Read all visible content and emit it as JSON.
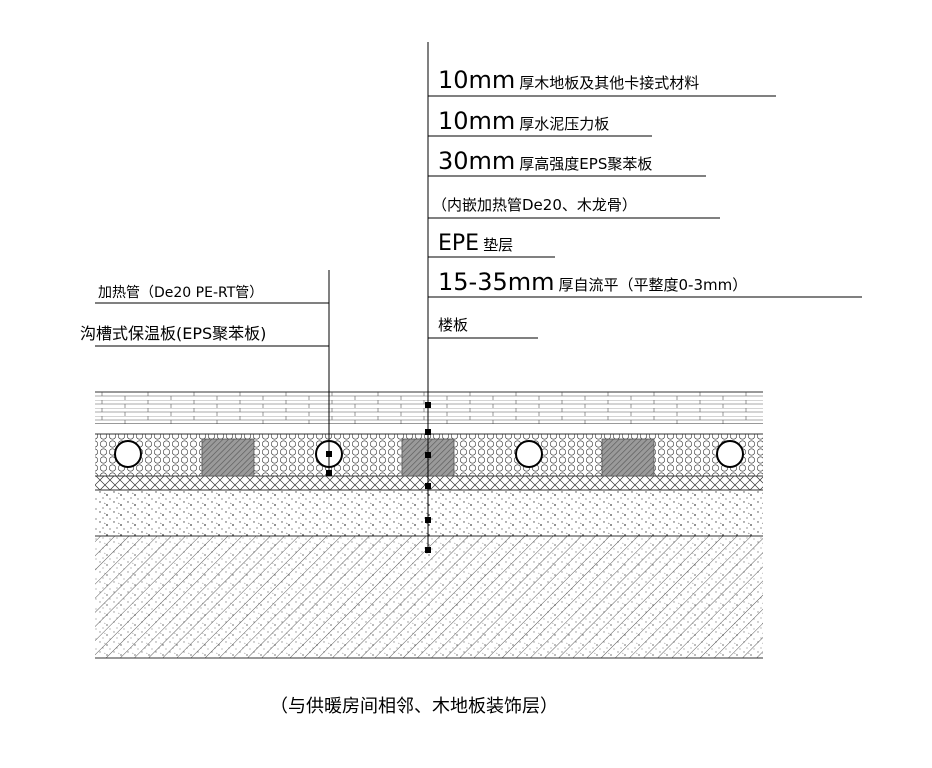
{
  "right_labels": [
    {
      "size": "10mm",
      "text": "厚木地板及其他卡接式材料"
    },
    {
      "size": "10mm",
      "text": "厚水泥压力板"
    },
    {
      "size": "30mm",
      "text": "厚高强度EPS聚苯板"
    },
    {
      "size": "",
      "text": "（内嵌加热管De20、木龙骨）"
    },
    {
      "size": "EPE",
      "text": "垫层"
    },
    {
      "size": "15-35mm",
      "text": "厚自流平（平整度0-3mm）"
    },
    {
      "size": "",
      "text": "楼板"
    }
  ],
  "left_labels": [
    {
      "text": "加热管（De20 PE-RT管）"
    },
    {
      "text": "沟槽式保温板(EPS聚苯板)"
    }
  ],
  "caption": "（与供暖房间相邻、木地板装饰层）"
}
